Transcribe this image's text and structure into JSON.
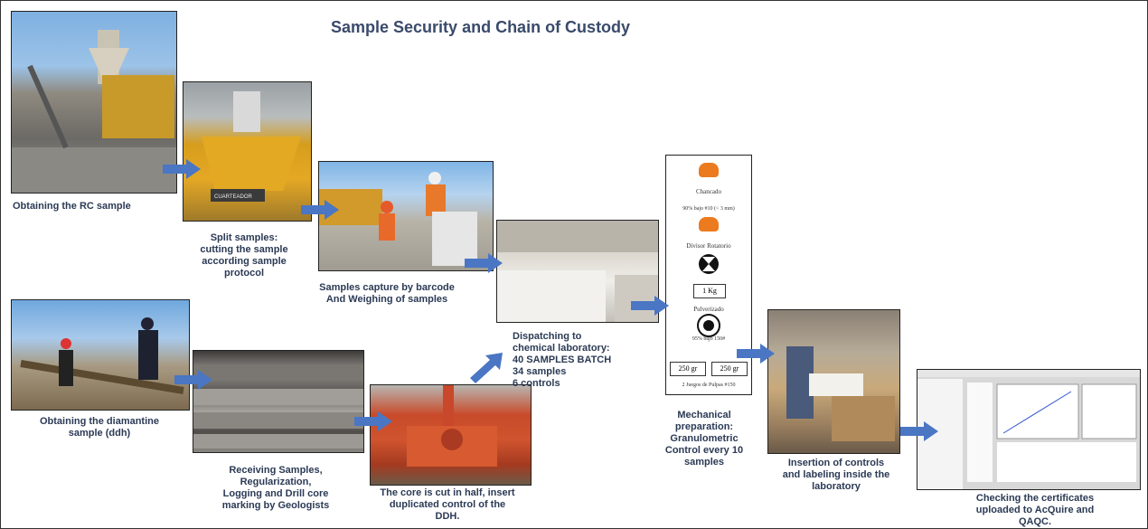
{
  "title": "Sample Security and Chain of Custody",
  "captions": {
    "rc": "Obtaining the RC sample",
    "split": [
      "Split samples:",
      "cutting the sample",
      "according sample",
      "protocol"
    ],
    "barcode": [
      "Samples capture by barcode",
      "And Weighing of samples"
    ],
    "dispatch": [
      "Dispatching to",
      "chemical laboratory:",
      "40 SAMPLES BATCH",
      "34 samples",
      "6 controls"
    ],
    "ddh": [
      "Obtaining the diamantine",
      "sample (ddh)"
    ],
    "receiving": [
      "Receiving Samples,",
      "Regularization,",
      "Logging and Drill  core",
      "marking by Geologists"
    ],
    "core_cut": [
      "The core is cut in half, insert",
      "duplicated control of the",
      "DDH."
    ],
    "mechanical": [
      "Mechanical",
      "preparation:",
      "Granulometric",
      "Control every 10",
      "samples"
    ],
    "insertion": [
      "Insertion of controls",
      "and labeling inside the",
      "laboratory"
    ],
    "checking": [
      "Checking the certificates",
      "uploaded to AcQuire and",
      "QAQC."
    ]
  },
  "flowchart": {
    "step1": "Chancado",
    "note1": "90% bajo #10 (< 3 mm)",
    "step2": "Divisor Rotatorio",
    "weight": "1 Kg",
    "step3": "Pulverizado",
    "note2": "95% bajo 150#",
    "left_out": "250 gr",
    "right_out": "250 gr",
    "footer": "2 Juegos de Pulpas #150"
  },
  "photo_labels": {
    "split_sign": "CUARTEADOR"
  },
  "colors": {
    "arrow": "#4a76c4",
    "caption": "#2b3a55",
    "title": "#3a4a6b"
  }
}
